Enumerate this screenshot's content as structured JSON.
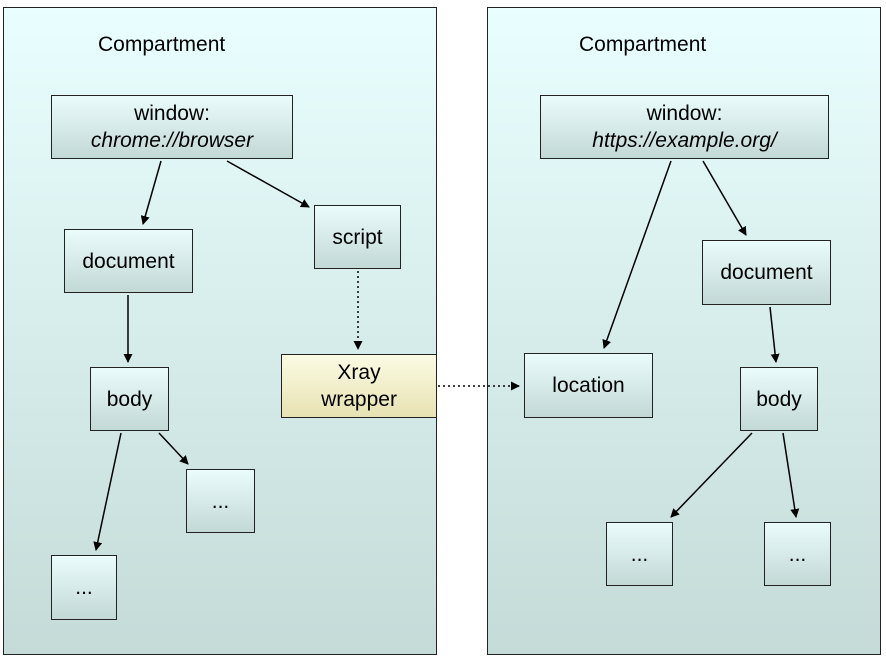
{
  "left_compartment": {
    "title": "Compartment",
    "window": {
      "line1": "window:",
      "line2": "chrome://browser"
    },
    "document": "document",
    "script": "script",
    "body": "body",
    "ellipsis_a": "...",
    "ellipsis_b": "..."
  },
  "xray": {
    "line1": "Xray",
    "line2": "wrapper"
  },
  "right_compartment": {
    "title": "Compartment",
    "window": {
      "line1": "window:",
      "line2": "https://example.org/"
    },
    "document": "document",
    "location": "location",
    "body": "body",
    "ellipsis_a": "...",
    "ellipsis_b": "..."
  }
}
